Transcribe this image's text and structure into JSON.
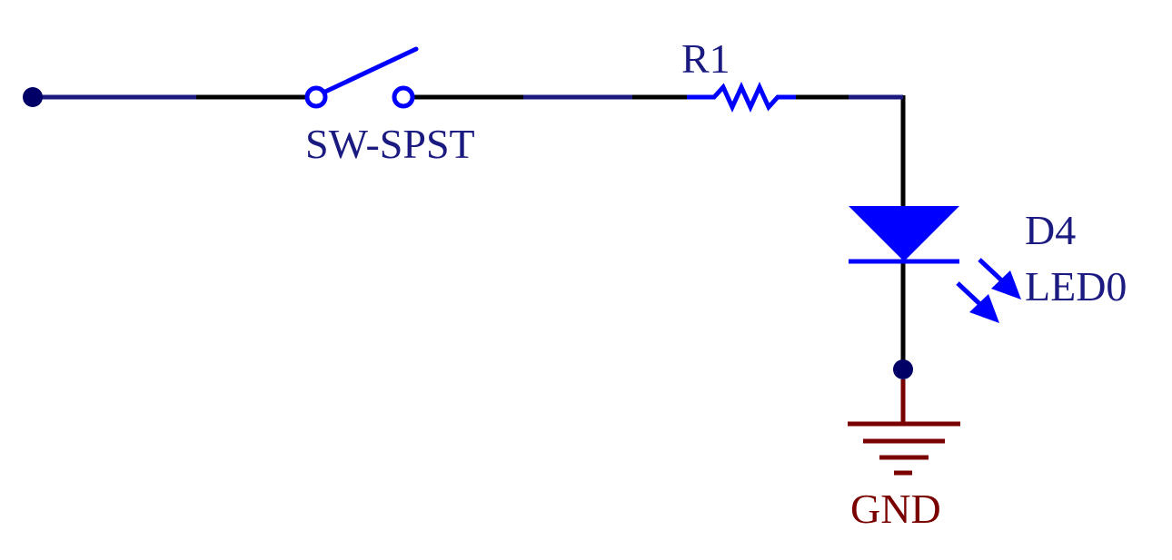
{
  "components": {
    "switch": {
      "designator": "SW-SPST"
    },
    "resistor": {
      "designator": "R1"
    },
    "led": {
      "designator": "D4",
      "value": "LED0"
    },
    "ground": {
      "net_label": "GND"
    }
  },
  "colors": {
    "wire": "#000000",
    "net": "#1a1a80",
    "component": "#0000ff",
    "junction": "#000066",
    "ground": "#7a0000",
    "background": "#ffffff"
  }
}
